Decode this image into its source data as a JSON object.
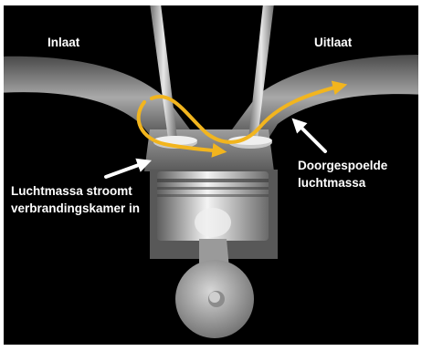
{
  "labels": {
    "inlaat": "Inlaat",
    "uitlaat": "Uitlaat",
    "scavenged_line1": "Doorgespoelde",
    "scavenged_line2": "luchtmassa",
    "intake_line1": "Luchtmassa stroomt",
    "intake_line2": "verbrandingskamer in"
  },
  "colors": {
    "background": "#000000",
    "flow_arrow": "#f2b51e",
    "label_arrow": "#ffffff"
  }
}
